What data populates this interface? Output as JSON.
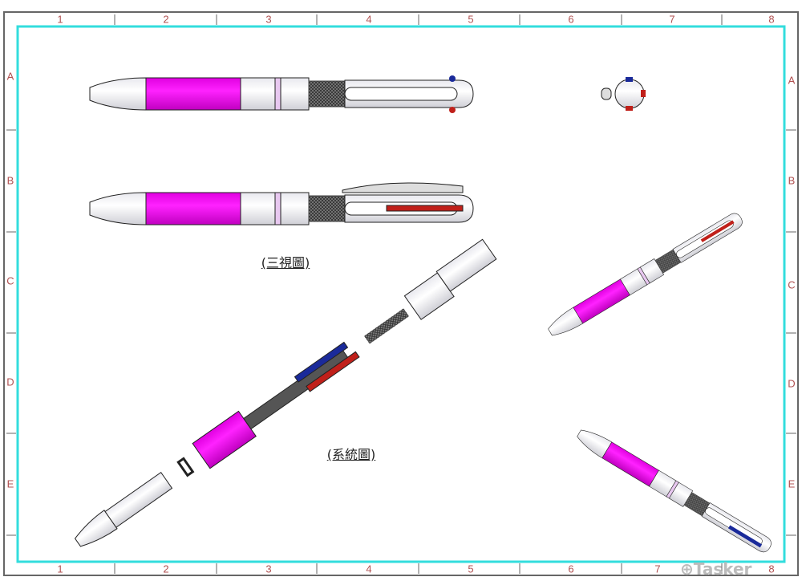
{
  "sheet": {
    "columns": [
      "1",
      "2",
      "3",
      "4",
      "5",
      "6",
      "7",
      "8"
    ],
    "rows": [
      "A",
      "B",
      "C",
      "D",
      "E"
    ],
    "border_color": "#666666",
    "frame_color": "#33dddd",
    "label_color": "#b05050"
  },
  "captions": {
    "three_view": "(三視圖)",
    "system_view": "(系統圖)"
  },
  "colors": {
    "grip": "#ff00ff",
    "ink_blue": "#1a2a9a",
    "ink_red": "#c0201a"
  },
  "watermark": "Tasker"
}
